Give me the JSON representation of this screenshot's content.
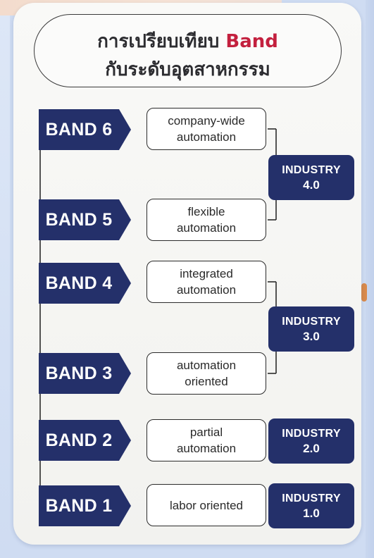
{
  "title": {
    "line1_prefix": "การเปรียบเทียบ",
    "line1_accent": "Band",
    "line2": "กับระดับอุตสาหกรรม"
  },
  "bands": [
    {
      "label": "BAND 6",
      "level": "company-wide\nautomation"
    },
    {
      "label": "BAND 5",
      "level": "flexible\nautomation"
    },
    {
      "label": "BAND 4",
      "level": "integrated\nautomation"
    },
    {
      "label": "BAND 3",
      "level": "automation\noriented"
    },
    {
      "label": "BAND 2",
      "level": "partial\nautomation"
    },
    {
      "label": "BAND 1",
      "level": "labor oriented"
    }
  ],
  "industries": [
    {
      "label": "INDUSTRY",
      "version": "4.0",
      "bands": [
        "BAND 6",
        "BAND 5"
      ]
    },
    {
      "label": "INDUSTRY",
      "version": "3.0",
      "bands": [
        "BAND 4",
        "BAND 3"
      ]
    },
    {
      "label": "INDUSTRY",
      "version": "2.0",
      "bands": [
        "BAND 2"
      ]
    },
    {
      "label": "INDUSTRY",
      "version": "1.0",
      "bands": [
        "BAND 1"
      ]
    }
  ],
  "colors": {
    "navy": "#24306a",
    "accent_red": "#c3203e",
    "background_blue": "#cfdcf2",
    "card": "#f6f6f3"
  }
}
